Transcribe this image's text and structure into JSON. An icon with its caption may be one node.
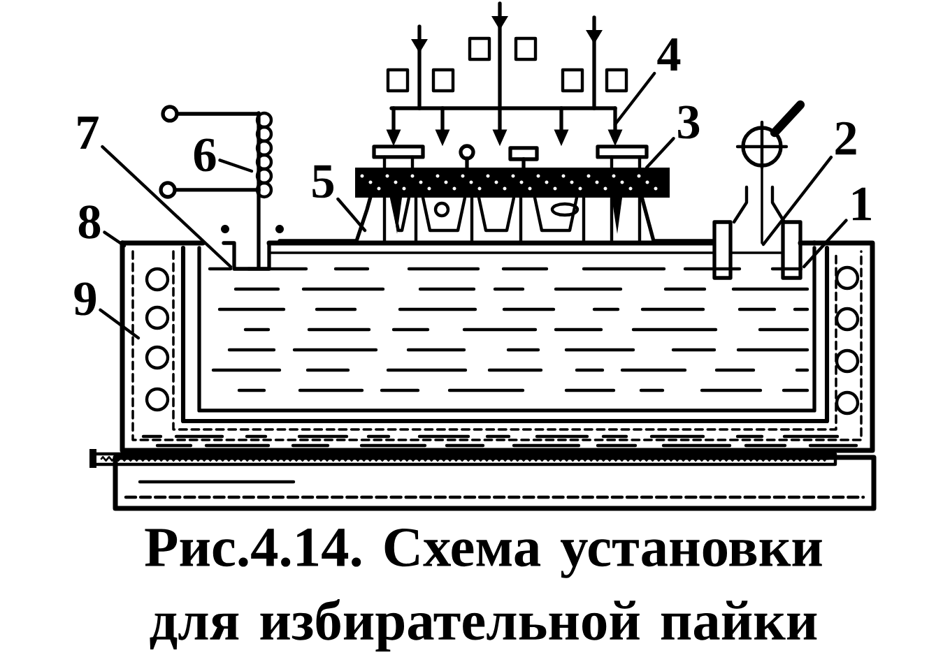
{
  "diagram": {
    "caption": "Рис.4.14. Схема установки для избирательной пайки",
    "nodes": [
      {
        "text": [
          "4"
        ]
      },
      {
        "text": [
          "3"
        ]
      },
      {
        "text": [
          "7"
        ]
      },
      {
        "text": [
          "2"
        ]
      },
      {
        "text": [
          "6"
        ]
      },
      {
        "text": [
          "1"
        ]
      },
      {
        "text": [
          "5"
        ]
      },
      {
        "text": [
          "8"
        ]
      },
      {
        "text": [
          "9"
        ]
      }
    ],
    "edges": [
      {
        "from": 0,
        "to": null,
        "arrow": "none"
      },
      {
        "from": 1,
        "to": null,
        "arrow": "none"
      },
      {
        "from": 2,
        "to": null,
        "arrow": "none"
      },
      {
        "from": 3,
        "to": null,
        "arrow": "none"
      },
      {
        "from": 4,
        "to": null,
        "arrow": "none"
      },
      {
        "from": 5,
        "to": null,
        "arrow": "none"
      },
      {
        "from": 6,
        "to": null,
        "arrow": "none"
      },
      {
        "from": 7,
        "to": null,
        "arrow": "none"
      },
      {
        "from": 8,
        "to": null,
        "arrow": "none"
      }
    ]
  }
}
